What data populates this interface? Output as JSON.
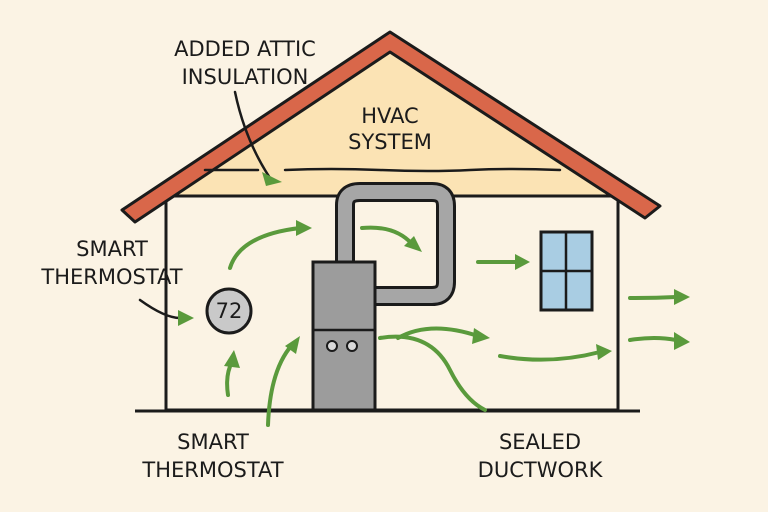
{
  "labels": {
    "attic": [
      "ADDED ATTIC",
      "INSULATION"
    ],
    "hvac": [
      "HVAC",
      "SYSTEM"
    ],
    "thermostat_top": [
      "SMART",
      "THERMOSTAT"
    ],
    "thermostat_bottom": [
      "SMART",
      "THERMOSTAT"
    ],
    "ductwork": [
      "SEALED",
      "DUCTWORK"
    ]
  },
  "thermostat": {
    "reading": "72"
  },
  "colors": {
    "background": "#fbf3e4",
    "roof": "#d9674a",
    "attic": "#fbe3b4",
    "arrow": "#5a9a3c",
    "furnace": "#9c9c9c",
    "window": "#a9cde3"
  }
}
